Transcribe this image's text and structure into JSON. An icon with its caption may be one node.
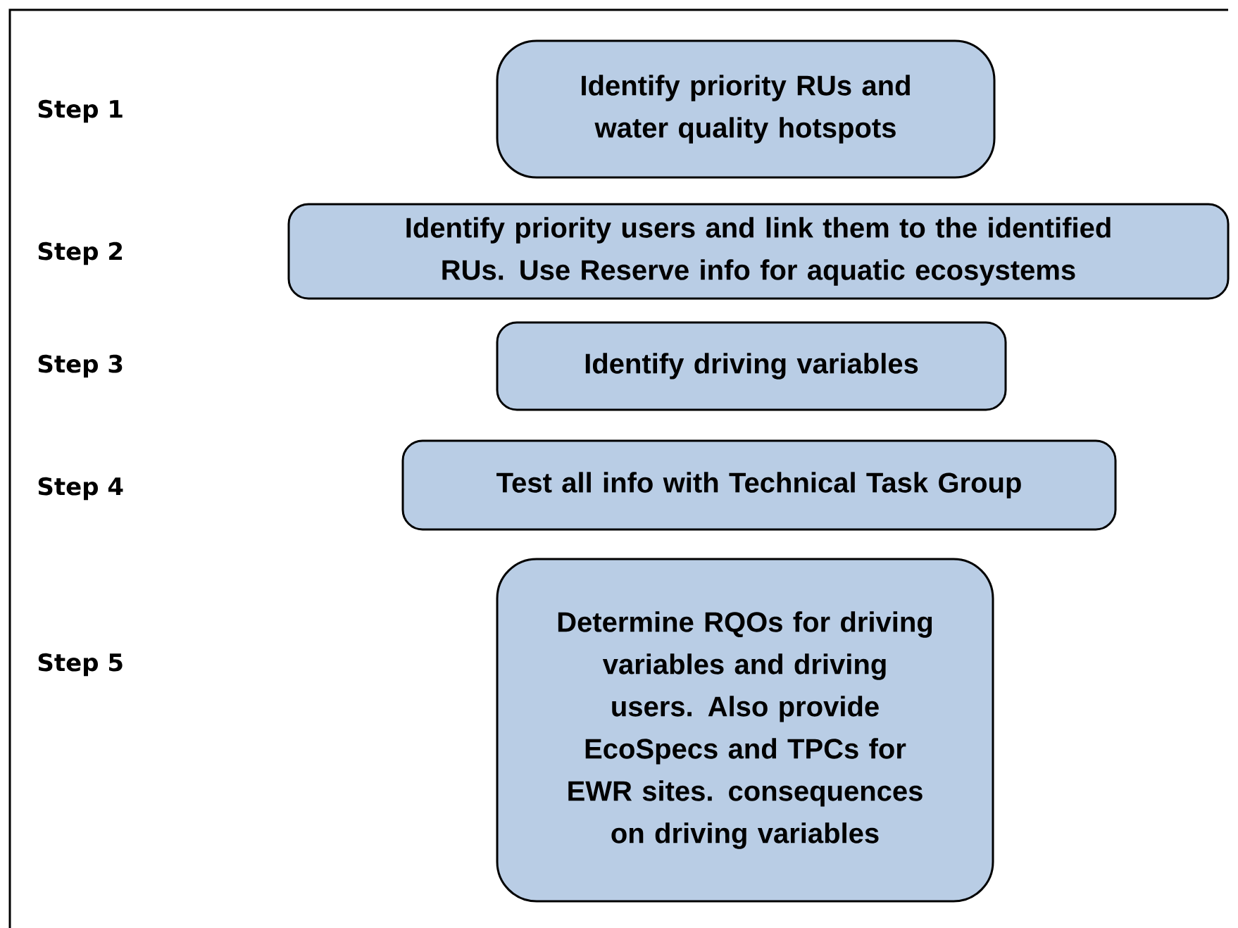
{
  "diagram": {
    "nodes": [
      {
        "text": [
          "Identify priority RUs and water quality hotspots"
        ]
      },
      {
        "text": [
          "Identify priority users and link them to the identified RUs. Use Reserve info for aquatic ecosystems"
        ]
      },
      {
        "text": [
          "Identify driving variables"
        ]
      },
      {
        "text": [
          "Test all info with Technical Task Group"
        ]
      },
      {
        "text": [
          "Determine RQOs for driving variables and driving users. Also provide EcoSpecs and TPCs for EWR sites. consequences on driving variables"
        ]
      }
    ],
    "labels": [
      "Step 1",
      "Step 2",
      "Step 3",
      "Step 4",
      "Step 5"
    ]
  }
}
